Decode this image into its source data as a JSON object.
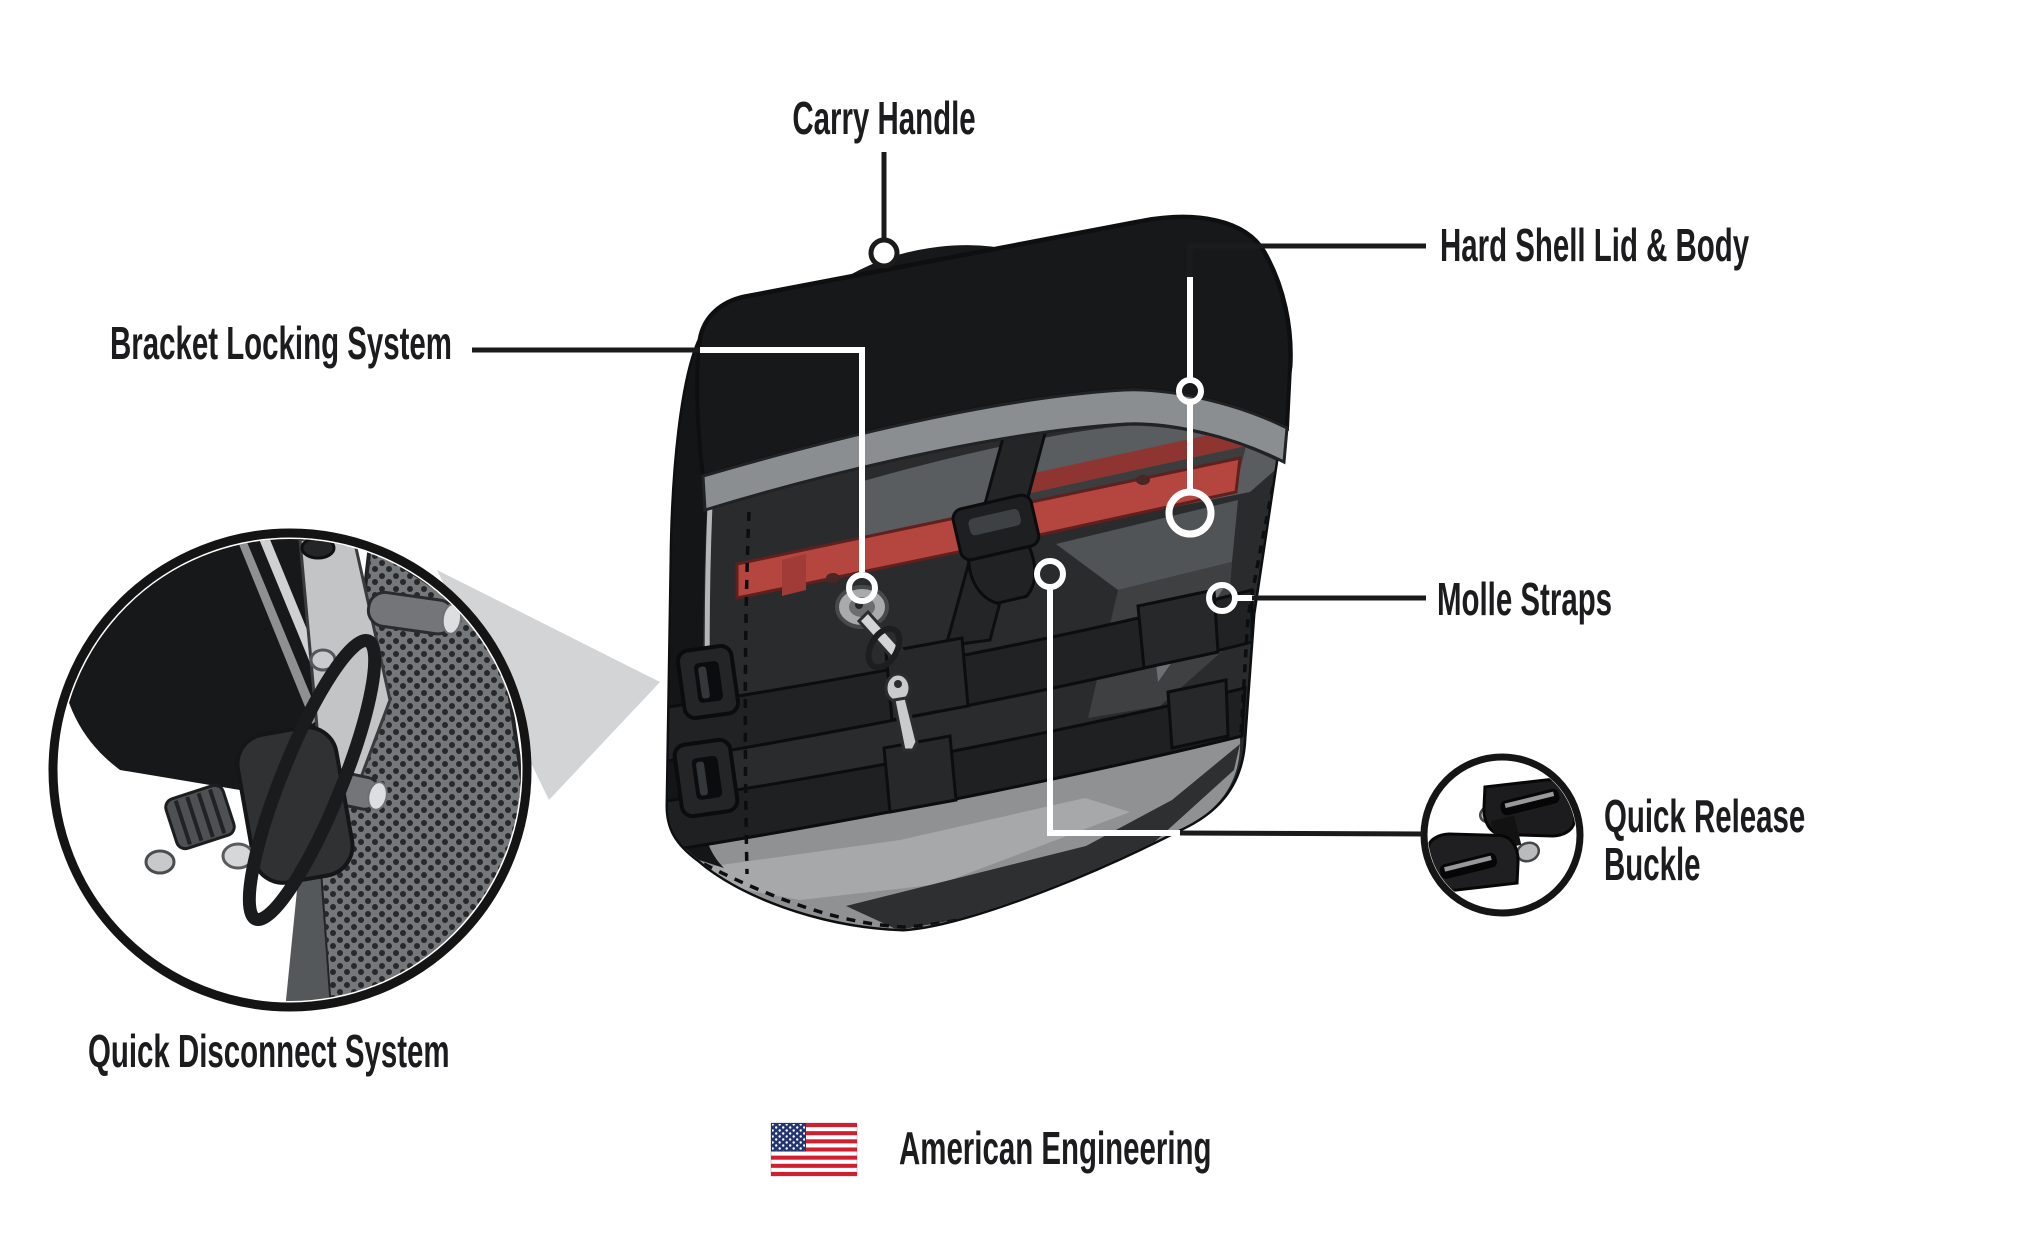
{
  "page": {
    "background": "#ffffff"
  },
  "diagram": {
    "subject": "motorcycle saddlebag feature callout diagram",
    "callouts": {
      "carry_handle": {
        "label": "Carry Handle"
      },
      "hard_shell": {
        "label": "Hard Shell Lid & Body"
      },
      "bracket_locking": {
        "label": "Bracket Locking System"
      },
      "molle_straps": {
        "label": "Molle Straps"
      },
      "quick_release_buckle": {
        "label_line1": "Quick Release",
        "label_line2": "Buckle"
      },
      "quick_disconnect": {
        "label": "Quick Disconnect System"
      }
    },
    "footer": {
      "flag_icon": "us-flag-icon",
      "text": "American Engineering"
    },
    "colors": {
      "bag_black": "#1f2123",
      "trim_gray": "#8b8e90",
      "accent_red": "#b4453f",
      "panel_gray": "#5a5d60",
      "bottom_gray": "#8f9193",
      "callout_line_black": "#1b1b1b",
      "callout_line_white": "#ffffff",
      "flag_red": "#cf1f31",
      "flag_blue": "#23356f",
      "text_color": "#1c1c1e"
    }
  }
}
